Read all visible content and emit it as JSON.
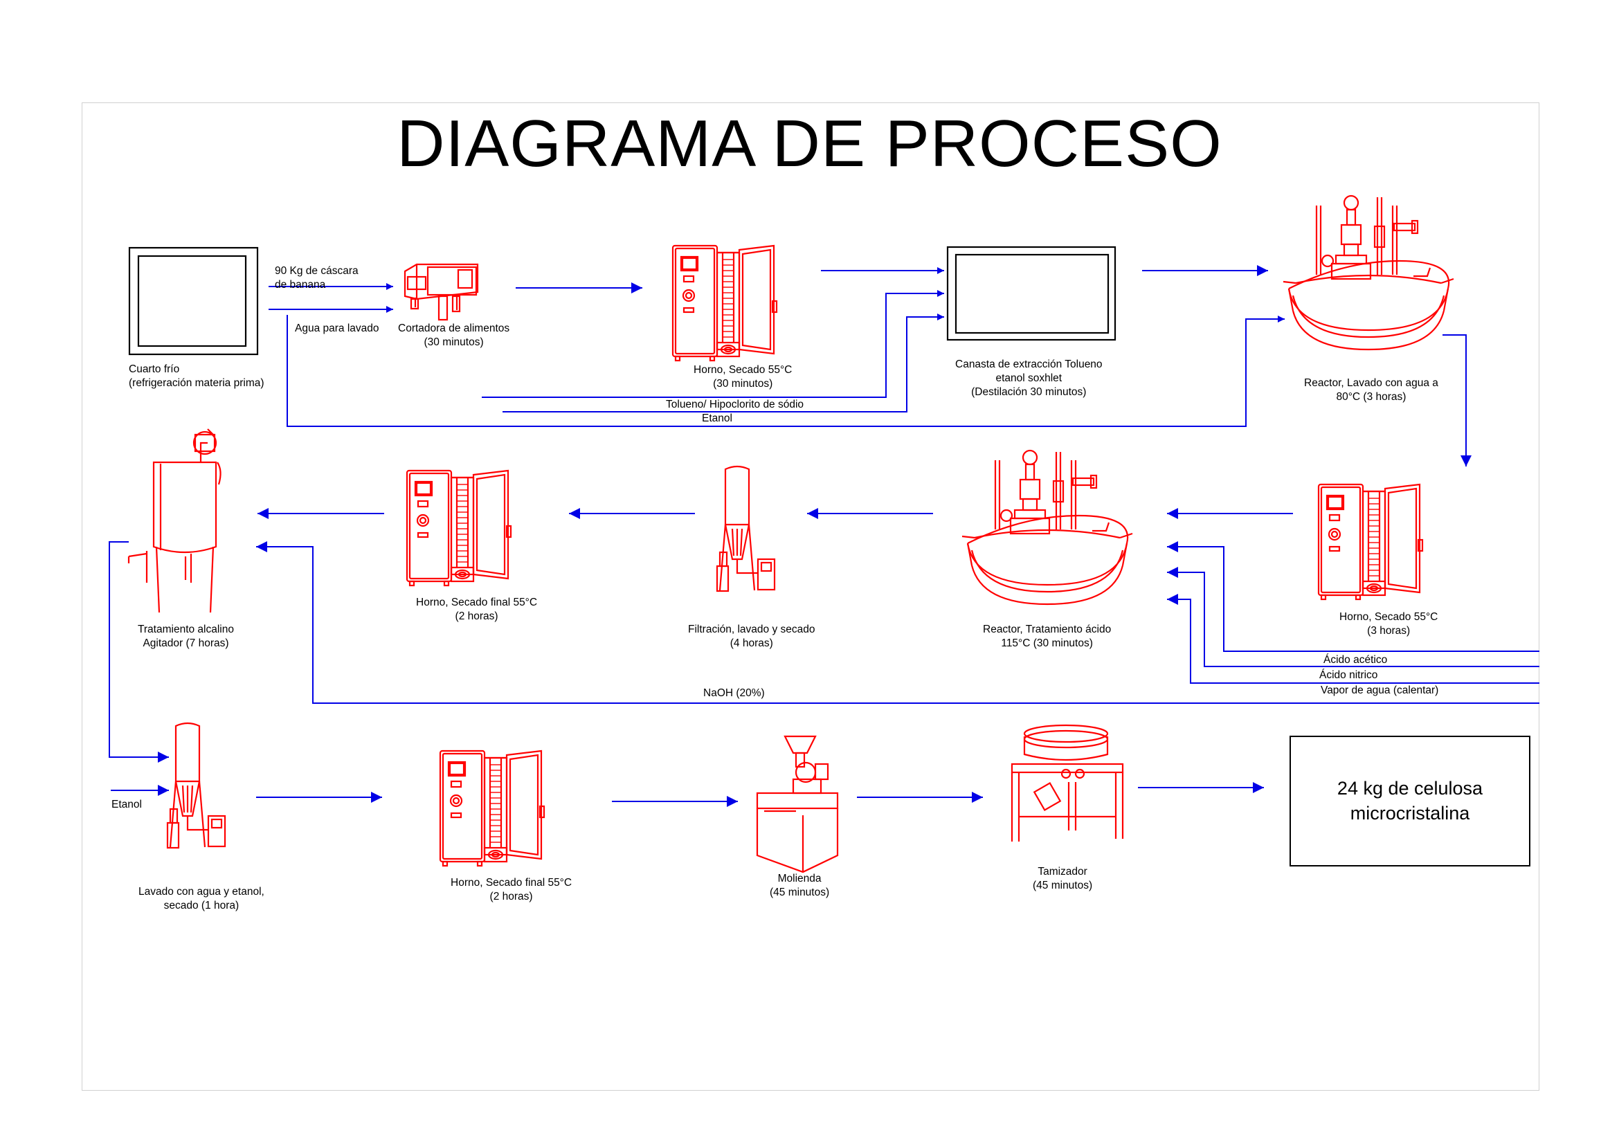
{
  "title": "DIAGRAMA DE PROCESO",
  "colors": {
    "equipment": "#ff0000",
    "flow": "#0000e6",
    "text": "#000000"
  },
  "steps": [
    {
      "id": "cuarto",
      "lines": [
        "Cuarto frío",
        "(refrigeración materia prima)"
      ]
    },
    {
      "id": "cortadora",
      "lines": [
        "Cortadora de alimentos",
        "(30 minutos)"
      ]
    },
    {
      "id": "horno1",
      "lines": [
        "Horno, Secado 55°C",
        "(30 minutos)"
      ]
    },
    {
      "id": "canasta",
      "lines": [
        "Canasta de extracción Tolueno",
        "etanol soxhlet",
        "(Destilación 30 minutos)"
      ]
    },
    {
      "id": "reactor1",
      "lines": [
        "Reactor, Lavado con agua a",
        "80°C (3 horas)"
      ]
    },
    {
      "id": "horno2",
      "lines": [
        "Horno, Secado 55°C",
        "(3 horas)"
      ]
    },
    {
      "id": "reactor2",
      "lines": [
        "Reactor, Tratamiento ácido",
        "115°C (30 minutos)"
      ]
    },
    {
      "id": "filtracion",
      "lines": [
        "Filtración, lavado y secado",
        "(4 horas)"
      ]
    },
    {
      "id": "horno3",
      "lines": [
        "Horno, Secado final  55°C",
        "(2 horas)"
      ]
    },
    {
      "id": "agitador",
      "lines": [
        "Tratamiento alcalino",
        "Agitador (7 horas)"
      ]
    },
    {
      "id": "lavado",
      "lines": [
        "Lavado con agua y etanol,",
        "secado (1 hora)"
      ]
    },
    {
      "id": "horno4",
      "lines": [
        "Horno, Secado final  55°C",
        "(2 horas)"
      ]
    },
    {
      "id": "molienda",
      "lines": [
        "Molienda",
        "(45 minutos)"
      ]
    },
    {
      "id": "tamizador",
      "lines": [
        "Tamizador",
        "(45 minutos)"
      ]
    }
  ],
  "inputs": {
    "cascara": [
      "90 Kg de cáscara",
      "de banana"
    ],
    "agua": "Agua para lavado",
    "tolueno": "Tolueno/ Hipoclorito de sódio",
    "etanol1": "Etanol",
    "acetico": "Ácido acético",
    "nitrico": "Ácido nitrico",
    "vapor": "Vapor de agua (calentar)",
    "naoh": "NaOH (20%)",
    "etanol2": "Etanol"
  },
  "result": [
    "24 kg de celulosa",
    "microcristalina"
  ]
}
